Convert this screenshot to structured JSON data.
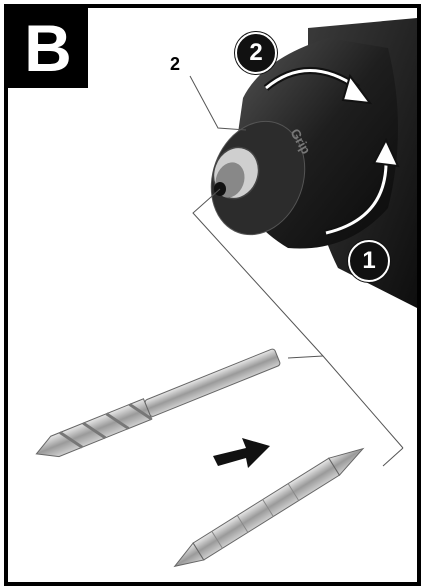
{
  "panel": {
    "label": "B",
    "callout_part_number": "2",
    "steps": [
      "1",
      "2"
    ],
    "brand_text": "Grip"
  },
  "colors": {
    "frame": "#000000",
    "drill_body": "#1c1c1c",
    "chuck": "#2a2a2a",
    "metal": "#b8b8b8",
    "arrow": "#111111"
  },
  "icons": {
    "rotate_arrows": "curved-rotation-arrows-icon",
    "insert_arrow": "insert-direction-arrow-icon"
  }
}
